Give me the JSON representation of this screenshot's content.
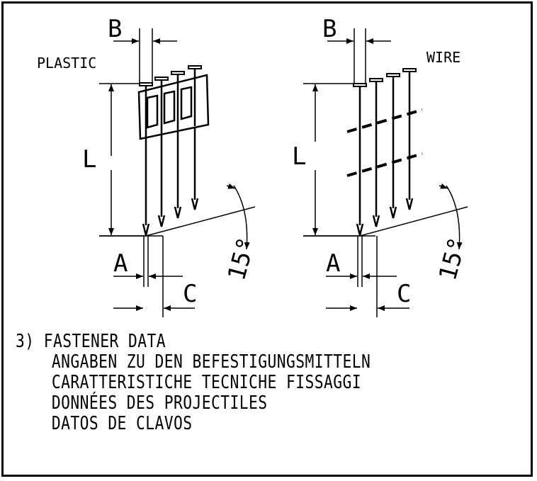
{
  "left_figure": {
    "material_label": "PLASTIC",
    "dim_b": "B",
    "dim_l": "L",
    "dim_a": "A",
    "dim_c": "C",
    "angle": "15°"
  },
  "right_figure": {
    "material_label": "WIRE",
    "dim_b": "B",
    "dim_l": "L",
    "dim_a": "A",
    "dim_c": "C",
    "angle": "15°"
  },
  "caption": {
    "number": "3)",
    "title_en": "FASTENER DATA",
    "title_de": "ANGABEN ZU DEN BEFESTIGUNGSMITTELN",
    "title_it": "CARATTERISTICHE TECNICHE FISSAGGI",
    "title_fr": "DONNÉES DES PROJECTILES",
    "title_es": "DATOS DE CLAVOS"
  }
}
